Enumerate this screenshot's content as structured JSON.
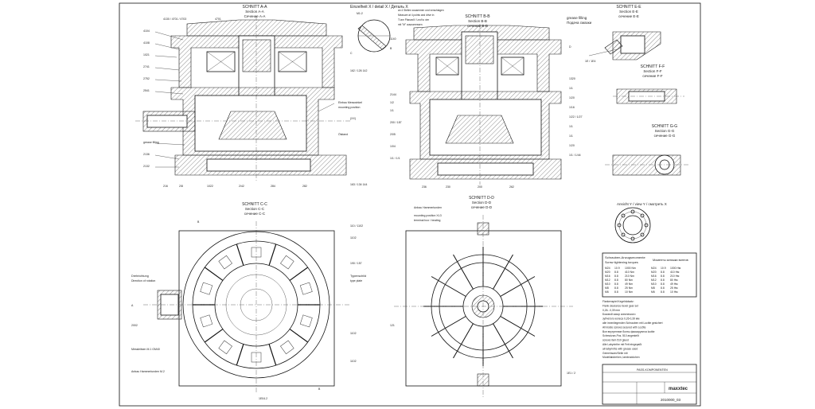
{
  "sections": {
    "aa": {
      "title": "SCHNITT A-A",
      "en": "Section A-A",
      "ru": "Сечение А-А"
    },
    "bb": {
      "title": "SCHNITT B-B",
      "en": "Section B-B",
      "ru": "сечение B-B"
    },
    "cc": {
      "title": "SCHNITT C-C",
      "en": "Section C-C",
      "ru": "сечение C-C"
    },
    "dd": {
      "title": "SCHNITT D-D",
      "en": "Section D-D",
      "ru": "сечение D-D"
    },
    "ee": {
      "title": "SCHNITT E-E",
      "en": "Section E-E",
      "ru": "сечение E-E"
    },
    "ff": {
      "title": "SCHNITT F-F",
      "en": "Section F-F",
      "ru": "сечение F-F"
    },
    "gg": {
      "title": "SCHNITT G-G",
      "en": "Section G-G",
      "ru": "сечение G-G"
    }
  },
  "detail": {
    "title": "Einzelheit X / detail X / Деталь Х",
    "view": "Ansicht Y / view Y / смотреть Х"
  },
  "notes": {
    "grease_filling_de": "grease filling",
    "grease_filling_ru": "Подача смазки",
    "direction_rotation": "Drehrichtung",
    "direction_rotation_en": "Direction of rotation",
    "type_plate": "Typenschild",
    "type_plate_en": "type plate"
  },
  "torque_table": {
    "title_de": "Schrauben-Anzugsmomente",
    "title_en": "Screw tightening torques",
    "title_ru": "Моменты затяжки винтов",
    "rows": [
      [
        "M24",
        "10.9",
        "1000 Nm",
        "M24",
        "10.9",
        "1000 Нм"
      ],
      [
        "M20",
        "8.8",
        "410 Nm",
        "M20",
        "8.8",
        "410 Нм"
      ],
      [
        "M16",
        "8.8",
        "210 Nm",
        "M16",
        "8.8",
        "210 Нм"
      ],
      [
        "M12",
        "8.8",
        "80 Nm",
        "M12",
        "8.8",
        "80 Нм"
      ],
      [
        "M10",
        "8.8",
        "49 Nm",
        "M10",
        "8.8",
        "49 Нм"
      ],
      [
        "M8",
        "8.8",
        "25 Nm",
        "M8",
        "8.8",
        "25 Нм"
      ],
      [
        "M6",
        "8.8",
        "10 Nm",
        "M6",
        "8.8",
        "10 Нм"
      ]
    ]
  },
  "general_notes": [
    "Flankenspiel Kegelrädsatz:",
    "Flank clearance bevel gear set",
    "0,26...0,39 mm",
    "Боковой зазор конического",
    "зубчатого колеса 0,26-0,39 мм",
    "alle innenliegenden Schrauben mit Loctite gesichert",
    "All inside screws secured with Loctite",
    "Все внутренние болты фиксируются loctite",
    "Schmutzan-Pos. 510 angestellt",
    "screws item 510 glued",
    "Alle Labyrinthe mit Fett eingepaßt",
    "all labyrinths with grease used",
    "Gemeinsam/Seite mit",
    "Modellabdrehen, lambroddohen"
  ],
  "title_block": {
    "company": "maxxtec",
    "drawing_no": "2010000_03",
    "line1": "PASS-KOMPONENTEN"
  }
}
